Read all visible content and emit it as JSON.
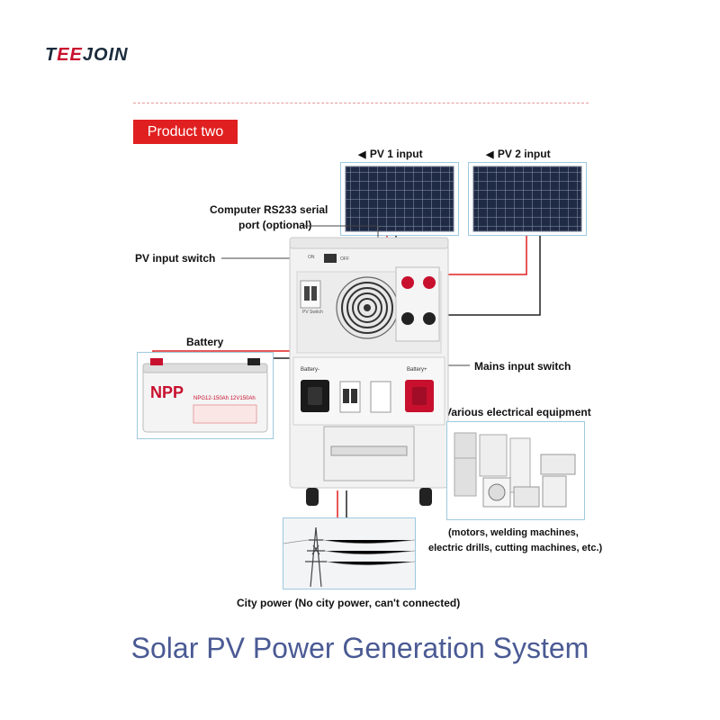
{
  "brand": {
    "logo_pre": "T",
    "logo_mid": "EE",
    "logo_post": "JOIN"
  },
  "section_tag": "Product two",
  "labels": {
    "pv1": "PV 1 input",
    "pv2": "PV 2 input",
    "rs233_line1": "Computer RS233 serial",
    "rs233_line2": "port (optional)",
    "pv_switch": "PV input switch",
    "battery": "Battery",
    "mains_switch": "Mains input switch",
    "equipment": "Various electrical equipment",
    "equipment_note1": "(motors, welding machines,",
    "equipment_note2": "electric drills, cutting machines, etc.)",
    "city_power": "City power (No city power, can't connected)"
  },
  "battery_print": {
    "brand": "NPP",
    "model": "NPG12-150Ah 12V150Ah"
  },
  "cabinet_print": {
    "on": "ON",
    "off": "OFF",
    "battery_minus": "Battery-",
    "battery_plus": "Battery+",
    "pv_switch": "PV Switch"
  },
  "footer_title": "Solar PV Power Generation System",
  "colors": {
    "tag_bg": "#e02020",
    "footer_text": "#4a5a94",
    "wire": "#e02020",
    "frame": "#9ec9e0"
  }
}
